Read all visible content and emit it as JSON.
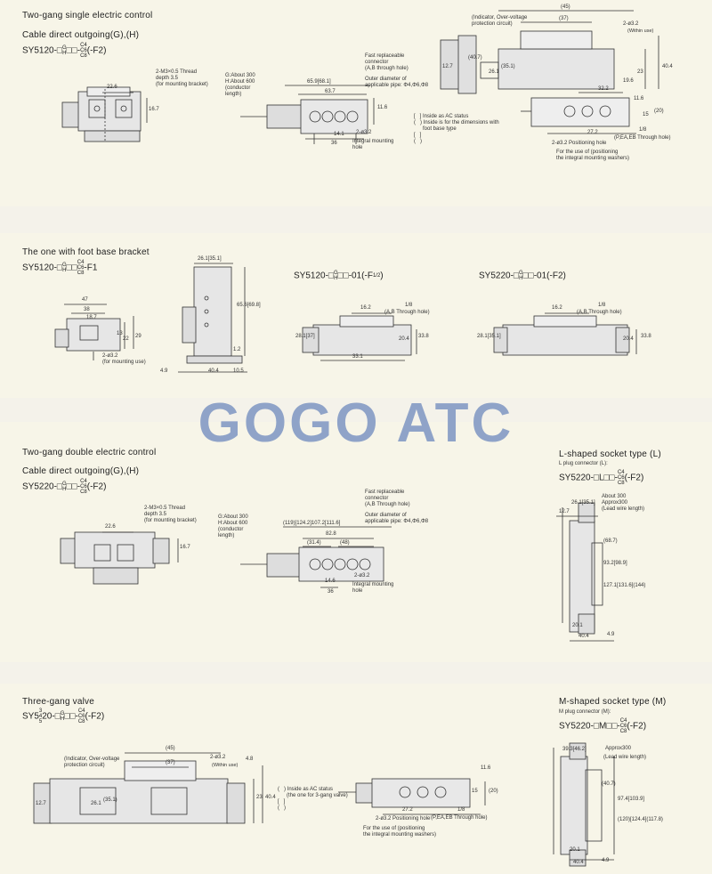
{
  "watermark": "GOGO ATC",
  "sec1": {
    "title": "Two-gang single electric control",
    "subtitle": "Cable direct outgoing(G),(H)",
    "model": "SY5120-□",
    "model_g": "G",
    "model_h": "H",
    "model_mid": "□□-",
    "model_c": [
      "C4",
      "C6",
      "C8"
    ],
    "model_suffix": "(-F2)",
    "thread_note": "2-M3×0.5 Thread\ndepth 3.5\n(for mounting bracket)",
    "dim_226": "22.6",
    "dim_167": "16.7",
    "cable_note": "G:About 300\nH:About 600\n(conductor\nlength)",
    "dim_659": "65.9[68.1]",
    "dim_637": "63.7",
    "dim_141": "14.1",
    "dim_36": "36",
    "dim_116": "11.6",
    "fast_note": "Fast replaceable\nconnector\n(A,B through hole)",
    "outer_note": "Outer diameter of\napplicable pipe: Φ4,Φ6,Φ8",
    "pos_note": "2-ø3.2",
    "integral_note": "Integral mounting\nhole",
    "legend": "[   ] Inside as AC status\n(   ) Inside is for the dimensions with\n      foot base type\n[   ]\n(   )",
    "right": {
      "indicator_note": "(Indicator, Over-voltage\nprotection circuit)",
      "d45": "(45)",
      "d37": "(37)",
      "d2phi": "2-ø3.2",
      "within": "(Within use)",
      "d127": "12.7",
      "d407": "(40.7)",
      "d261": "26.1",
      "d351": "(35.1)",
      "d23": "23",
      "d404": "40.4",
      "d196": "19.6",
      "d322": "32.2",
      "d272": "27.2",
      "d18": "1/8",
      "d15": "15",
      "d20": "(20)",
      "d116": "11.6",
      "peaeb": "(P,EA,EB Through hole)",
      "posn": "2-ø3.2 Positioning hole",
      "use_note": "For the use of (positioning\nthe integral mounting washers)"
    }
  },
  "sec2": {
    "title": "The one with foot base bracket",
    "model": "SY5120-□",
    "model_g": "G",
    "model_h": "H",
    "model_mid": "□□",
    "model_c": [
      "C4",
      "C6",
      "C8"
    ],
    "model_suffix": "-F1",
    "d47": "47",
    "d38": "38",
    "d187": "18.7",
    "d13": "13",
    "d22": "22",
    "d29": "29",
    "d2phi_mount": "2-ø3.2\n(for mounting use)",
    "d261": "26.1[35.1]",
    "d656": "65.6[69.8]",
    "d12": "1.2",
    "d49": "4.9",
    "d404": "40.4",
    "d105": "10.5",
    "m2_model": "SY5120-□",
    "m2_mid": "□□-01(-F",
    "m2_frac": "1/2",
    "m2_end": ")",
    "m2_d162": "16.2",
    "m2_d18": "1/8",
    "m2_through": "(A,B Through hole)",
    "m2_d281": "28.1[37]",
    "m2_d204": "20.4",
    "m2_d338": "33.8",
    "m2_d331": "33.1",
    "m3_model": "SY5220-□",
    "m3_mid": "□□-01(-F2)",
    "m3_d162": "16.2",
    "m3_d18": "1/8",
    "m3_through": "(A,B Through hole)",
    "m3_d281": "28.1[35.1]",
    "m3_d204": "20.4",
    "m3_d338": "33.8"
  },
  "sec3": {
    "title": "Two-gang double electric control",
    "subtitle": "Cable direct outgoing(G),(H)",
    "model": "SY5220-□",
    "model_g": "G",
    "model_h": "H",
    "model_mid": "□□-",
    "model_c": [
      "C4",
      "C6",
      "C8"
    ],
    "model_suffix": "(-F2)",
    "thread_note": "2-M3×0.5 Thread\ndepth 3.5\n(for mounting bracket)",
    "dim_226": "22.6",
    "dim_167": "16.7",
    "cable_note": "G:About 300\nH:About 600\n(conductor\nlength)",
    "dim_119": "(119)[124.2]107.2[111.6]",
    "dim_828": "82.8",
    "dim_314": "(31.4)",
    "dim_48": "(48)",
    "dim_146": "14.6",
    "dim_36": "36",
    "fast_note": "Fast replaceable\nconnector\n(A,B Through hole)",
    "outer_note": "Outer diameter of\napplicable pipe: Φ4,Φ6,Φ8",
    "pos_note": "2-ø3.2",
    "integral_note": "Integral mounting\nhole",
    "l_title": "L-shaped socket type (L)",
    "l_sub": "L plug connector (L):",
    "l_model": "SY5220-□L□□-",
    "l_c": [
      "C4",
      "C6",
      "C8"
    ],
    "l_suffix": "(-F2)",
    "l_d261": "26.1[35.1]",
    "l_d127": "12.7",
    "l_about": "About 300\nApprox300\n(Lead wire length)",
    "l_d737": "(68.7)",
    "l_d93": "93.2[98.9]",
    "l_d127b": "127.1[131.6](144)",
    "l_d201": "20.1",
    "l_d404": "40.4",
    "l_d49": "4.9"
  },
  "sec4": {
    "title": "Three-gang valve",
    "model": "SY5",
    "model_n": [
      "3",
      "4",
      "5"
    ],
    "model_mid": "20-□",
    "model_g": "G",
    "model_h": "H",
    "model_mid2": "□□-",
    "model_c": [
      "C4",
      "C6",
      "C8"
    ],
    "model_suffix": "(-F2)",
    "indicator_note": "(Indicator, Over-voltage\nprotection circuit)",
    "d45": "(45)",
    "d37": "(37)",
    "d2phi": "2-ø3.2",
    "within": "(Within use)",
    "d48": "4.8",
    "d127": "12.7",
    "d261": "26.1",
    "d351": "(35.1)",
    "d23": "23",
    "d404": "40.4",
    "legend": "(   ) Inside as AC status\n      (the one for 3-gang valve)\n[   ]\n(   )",
    "d116": "11.6",
    "d15": "15",
    "d20": "(20)",
    "d272": "27.2",
    "d18": "1/8",
    "peaeb": "(P,EA,EB Through hole)",
    "posn": "2-ø3.2 Positioning hole",
    "use_note": "For the use of (positioning\nthe integral mounting washers)",
    "m_title": "M-shaped socket type (M)",
    "m_sub": "M plug connector (M):",
    "m_model": "SY5220-□M□□-",
    "m_c": [
      "C4",
      "C6",
      "C8"
    ],
    "m_suffix": "(-F2)",
    "m_d39": "39.3[46.2]",
    "m_approx": "Approx300",
    "m_lead": "(Lead wire length)",
    "m_d407": "(40.7)",
    "m_d974": "97.4[103.9]",
    "m_d120": "(120)[124.4](117.8)",
    "m_d201": "20.1",
    "m_d404": "40.4",
    "m_d49": "4.9"
  }
}
